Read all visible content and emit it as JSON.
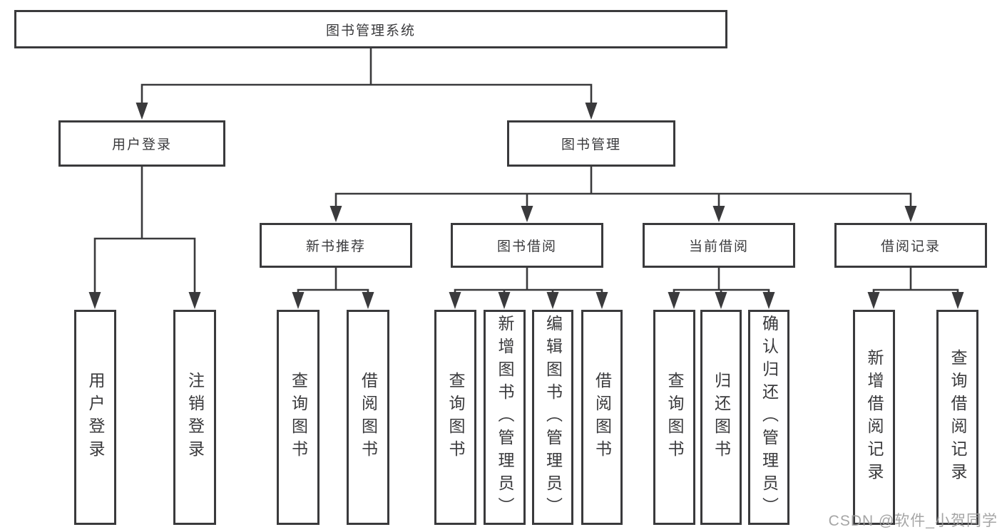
{
  "diagram": {
    "title": "图书管理系统",
    "watermark": "CSDN @软件_小贺同学",
    "colors": {
      "line": "#3a3a3c",
      "box_border": "#3a3a3c",
      "text": "#3a3a3c",
      "watermark": "#9b9b9b",
      "background": "#ffffff"
    },
    "level2": [
      {
        "label": "用户登录"
      },
      {
        "label": "图书管理"
      }
    ],
    "level3": [
      {
        "label": "新书推荐"
      },
      {
        "label": "图书借阅"
      },
      {
        "label": "当前借阅"
      },
      {
        "label": "借阅记录"
      }
    ],
    "leaves": {
      "user_login": [
        {
          "label": "用户登录"
        },
        {
          "label": "注销登录"
        }
      ],
      "new_book_recommend": [
        {
          "label": "查询图书"
        },
        {
          "label": "借阅图书"
        }
      ],
      "book_borrow": [
        {
          "label": "查询图书"
        },
        {
          "label": "新增图书（管理员）"
        },
        {
          "label": "编辑图书（管理员）"
        },
        {
          "label": "借阅图书"
        }
      ],
      "current_borrow": [
        {
          "label": "查询图书"
        },
        {
          "label": "归还图书"
        },
        {
          "label": "确认归还（管理员）"
        }
      ],
      "borrow_records": [
        {
          "label": "新增借阅记录"
        },
        {
          "label": "查询借阅记录"
        }
      ]
    }
  }
}
